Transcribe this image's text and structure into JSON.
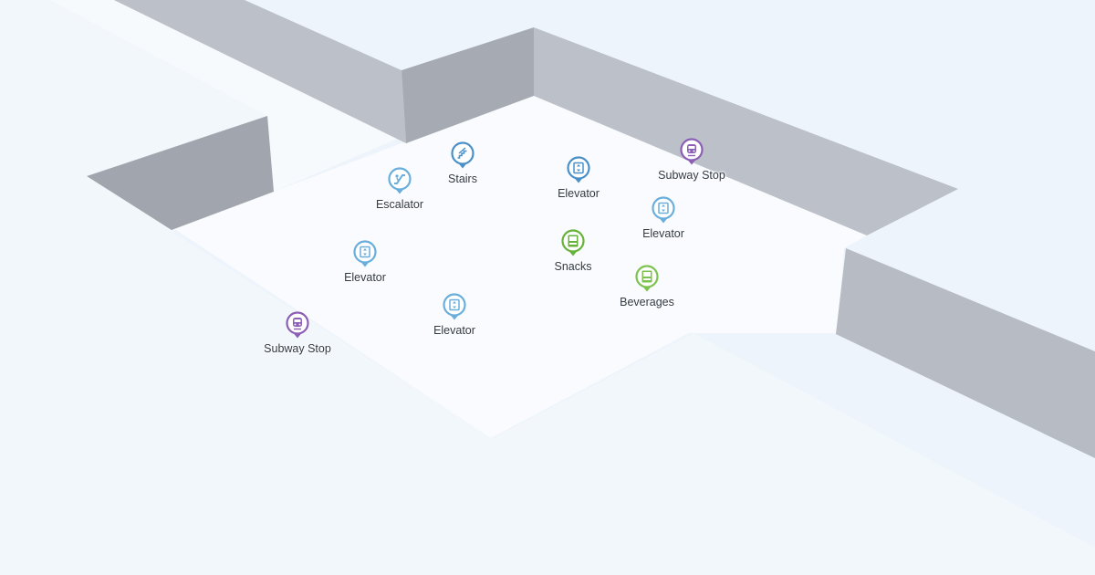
{
  "map": {
    "pois": [
      {
        "id": "stairs",
        "label": "Stairs",
        "icon": "stairs-icon",
        "color": "#4a90c8"
      },
      {
        "id": "escalator",
        "label": "Escalator",
        "icon": "escalator-icon",
        "color": "#6aaedc"
      },
      {
        "id": "elevator-1",
        "label": "Elevator",
        "icon": "elevator-icon",
        "color": "#4a90c8"
      },
      {
        "id": "subway-stop-1",
        "label": "Subway Stop",
        "icon": "subway-icon",
        "color": "#8b5fb5"
      },
      {
        "id": "elevator-2",
        "label": "Elevator",
        "icon": "elevator-icon",
        "color": "#6aaedc"
      },
      {
        "id": "snacks",
        "label": "Snacks",
        "icon": "vending-icon",
        "color": "#66b23a"
      },
      {
        "id": "elevator-3",
        "label": "Elevator",
        "icon": "elevator-icon",
        "color": "#6aaedc"
      },
      {
        "id": "beverages",
        "label": "Beverages",
        "icon": "vending-icon",
        "color": "#7cc24f"
      },
      {
        "id": "elevator-4",
        "label": "Elevator",
        "icon": "elevator-icon",
        "color": "#6aaedc"
      },
      {
        "id": "subway-stop-2",
        "label": "Subway Stop",
        "icon": "subway-icon",
        "color": "#8b5fb5"
      }
    ],
    "colors": {
      "background": "#eef4fb",
      "floor": "#f8fbfe",
      "wall_top": "#c4c9d1",
      "wall_side": "#a9aeb6"
    }
  }
}
